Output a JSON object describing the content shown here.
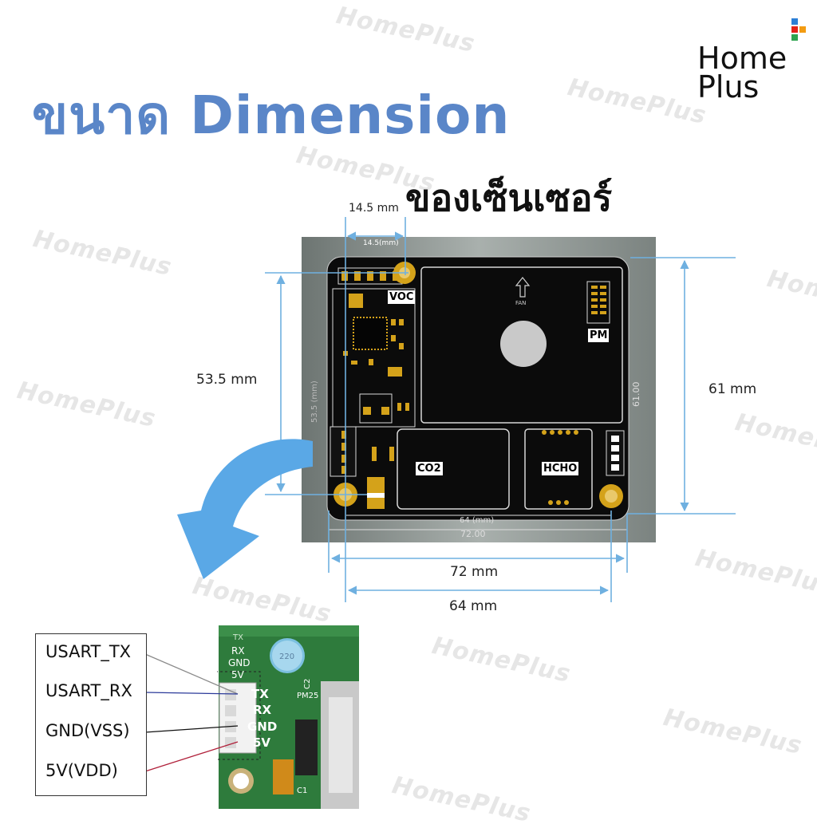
{
  "brand": {
    "line1": "Home",
    "line2": "Plus",
    "watermark": "HomePlus"
  },
  "title": {
    "main": "ขนาด Dimension",
    "sub": "ของเซ็นเซอร์"
  },
  "dimensions": {
    "top_width": "14.5 mm",
    "left_height": "53.5 mm",
    "right_height": "61 mm",
    "outer_width": "72 mm",
    "inner_width": "64 mm"
  },
  "board": {
    "labels": {
      "voc": "VOC",
      "pm": "PM",
      "co2": "CO2",
      "hcho": "HCHO",
      "fan": "FAN"
    },
    "silk": {
      "top": "14.5(mm)",
      "left": "53.5 (mm)",
      "right": "61.00",
      "bottom1": "64 (mm)",
      "bottom2": "72.00"
    }
  },
  "pinout": {
    "rows": [
      "USART_TX",
      "USART_RX",
      "GND(VSS)",
      "5V(VDD)"
    ],
    "connector_pins": [
      "TX",
      "RX",
      "GND",
      "5V"
    ],
    "silk_pins": [
      "TX",
      "RX",
      "GND",
      "5V"
    ],
    "module_label": "PM25",
    "cap_label": "C1",
    "cap2_label": "C2",
    "cap_text": "220"
  },
  "colors": {
    "title_blue": "#5a86c8",
    "dimension_line": "#6fb0e0",
    "pcb": "#0c0c0c",
    "arrow": "#5aa8e6"
  }
}
